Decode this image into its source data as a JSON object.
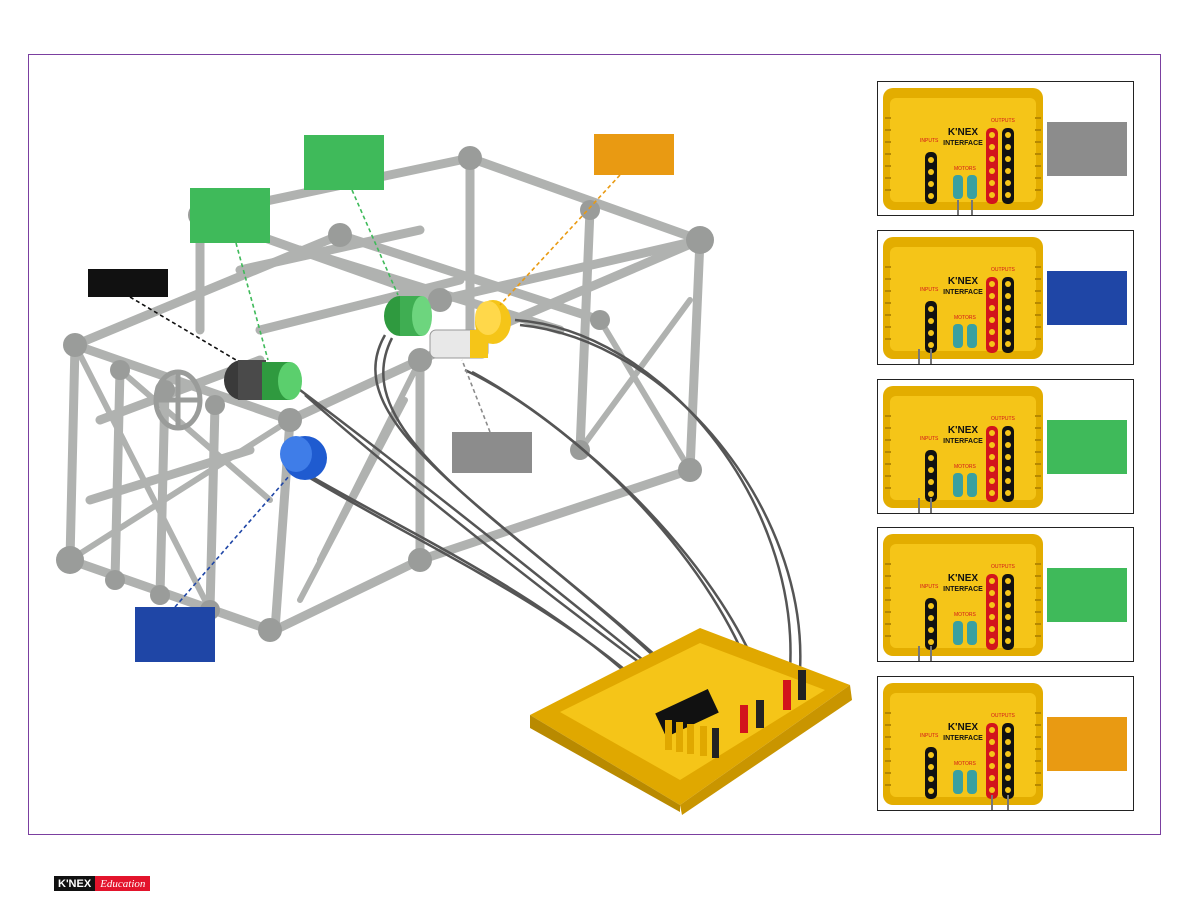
{
  "colors": {
    "frame": "#7b3fa0",
    "green": "#3fba5a",
    "orange": "#e99a12",
    "gray": "#8c8c8c",
    "black": "#111111",
    "blue": "#1f46a6",
    "interface_yellow": "#f5c518"
  },
  "callouts": [
    {
      "color": "#3fba5a",
      "component": "motor-green-upper"
    },
    {
      "color": "#3fba5a",
      "component": "motor-green-lower"
    },
    {
      "color": "#111111",
      "component": "motor-black"
    },
    {
      "color": "#e99a12",
      "component": "buzzer-yellow"
    },
    {
      "color": "#8c8c8c",
      "component": "light-bulb"
    },
    {
      "color": "#1f46a6",
      "component": "sensor-blue"
    }
  ],
  "interface": {
    "brand": "K'NEX",
    "name": "INTERFACE",
    "inputs_label": "INPUTS",
    "motors_label": "MOTORS",
    "outputs_label": "OUTPUTS"
  },
  "panels": [
    {
      "chip_color": "#8c8c8c",
      "port": "motor"
    },
    {
      "chip_color": "#1f46a6",
      "port": "input"
    },
    {
      "chip_color": "#3fba5a",
      "port": "input"
    },
    {
      "chip_color": "#3fba5a",
      "port": "input"
    },
    {
      "chip_color": "#e99a12",
      "port": "output"
    }
  ],
  "logo": {
    "brand": "K'NEX",
    "suffix": "Education"
  }
}
